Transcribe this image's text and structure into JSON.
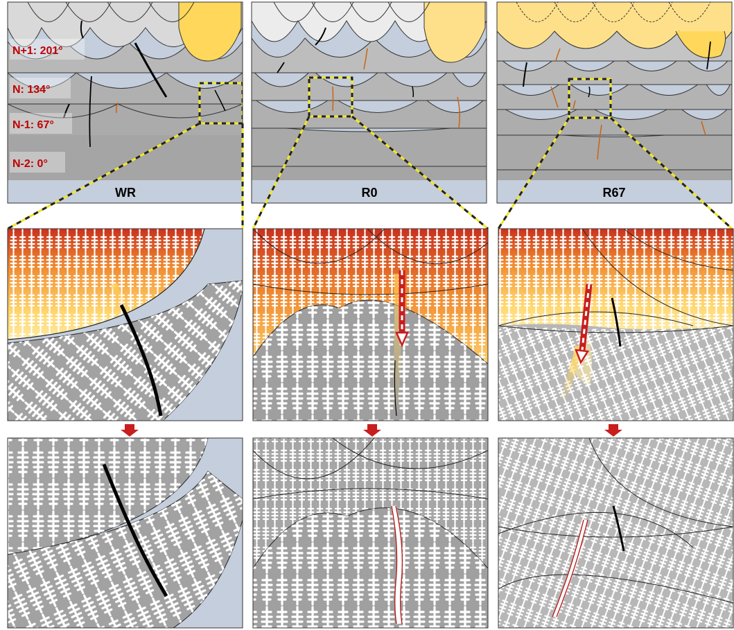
{
  "panels": [
    {
      "key": "wr",
      "label": "WR"
    },
    {
      "key": "r0",
      "label": "R0"
    },
    {
      "key": "r67",
      "label": "R67"
    }
  ],
  "layer_labels": [
    {
      "text": "N+1: 201°"
    },
    {
      "text": "N: 134°"
    },
    {
      "text": "N-1: 67°"
    },
    {
      "text": "N-2: 0°"
    }
  ],
  "colors": {
    "background_blue": "#c4cedc",
    "layer_gray": "#a9a9a9",
    "top_layer_light": "#e6e6e6",
    "highlight_yellow": "#ffd75a",
    "heat_red": "#c8321e",
    "heat_orange": "#f08c32",
    "heat_yellow": "#ffe68c",
    "crack_black": "#000000",
    "crack_orange": "#c86414",
    "zoom_box": "#f0e628",
    "arrow_red": "#c81e1e",
    "label_red": "#c00000",
    "dendrite_white": "#ffffff"
  },
  "icons": {
    "arrow": "down-arrow-icon"
  }
}
